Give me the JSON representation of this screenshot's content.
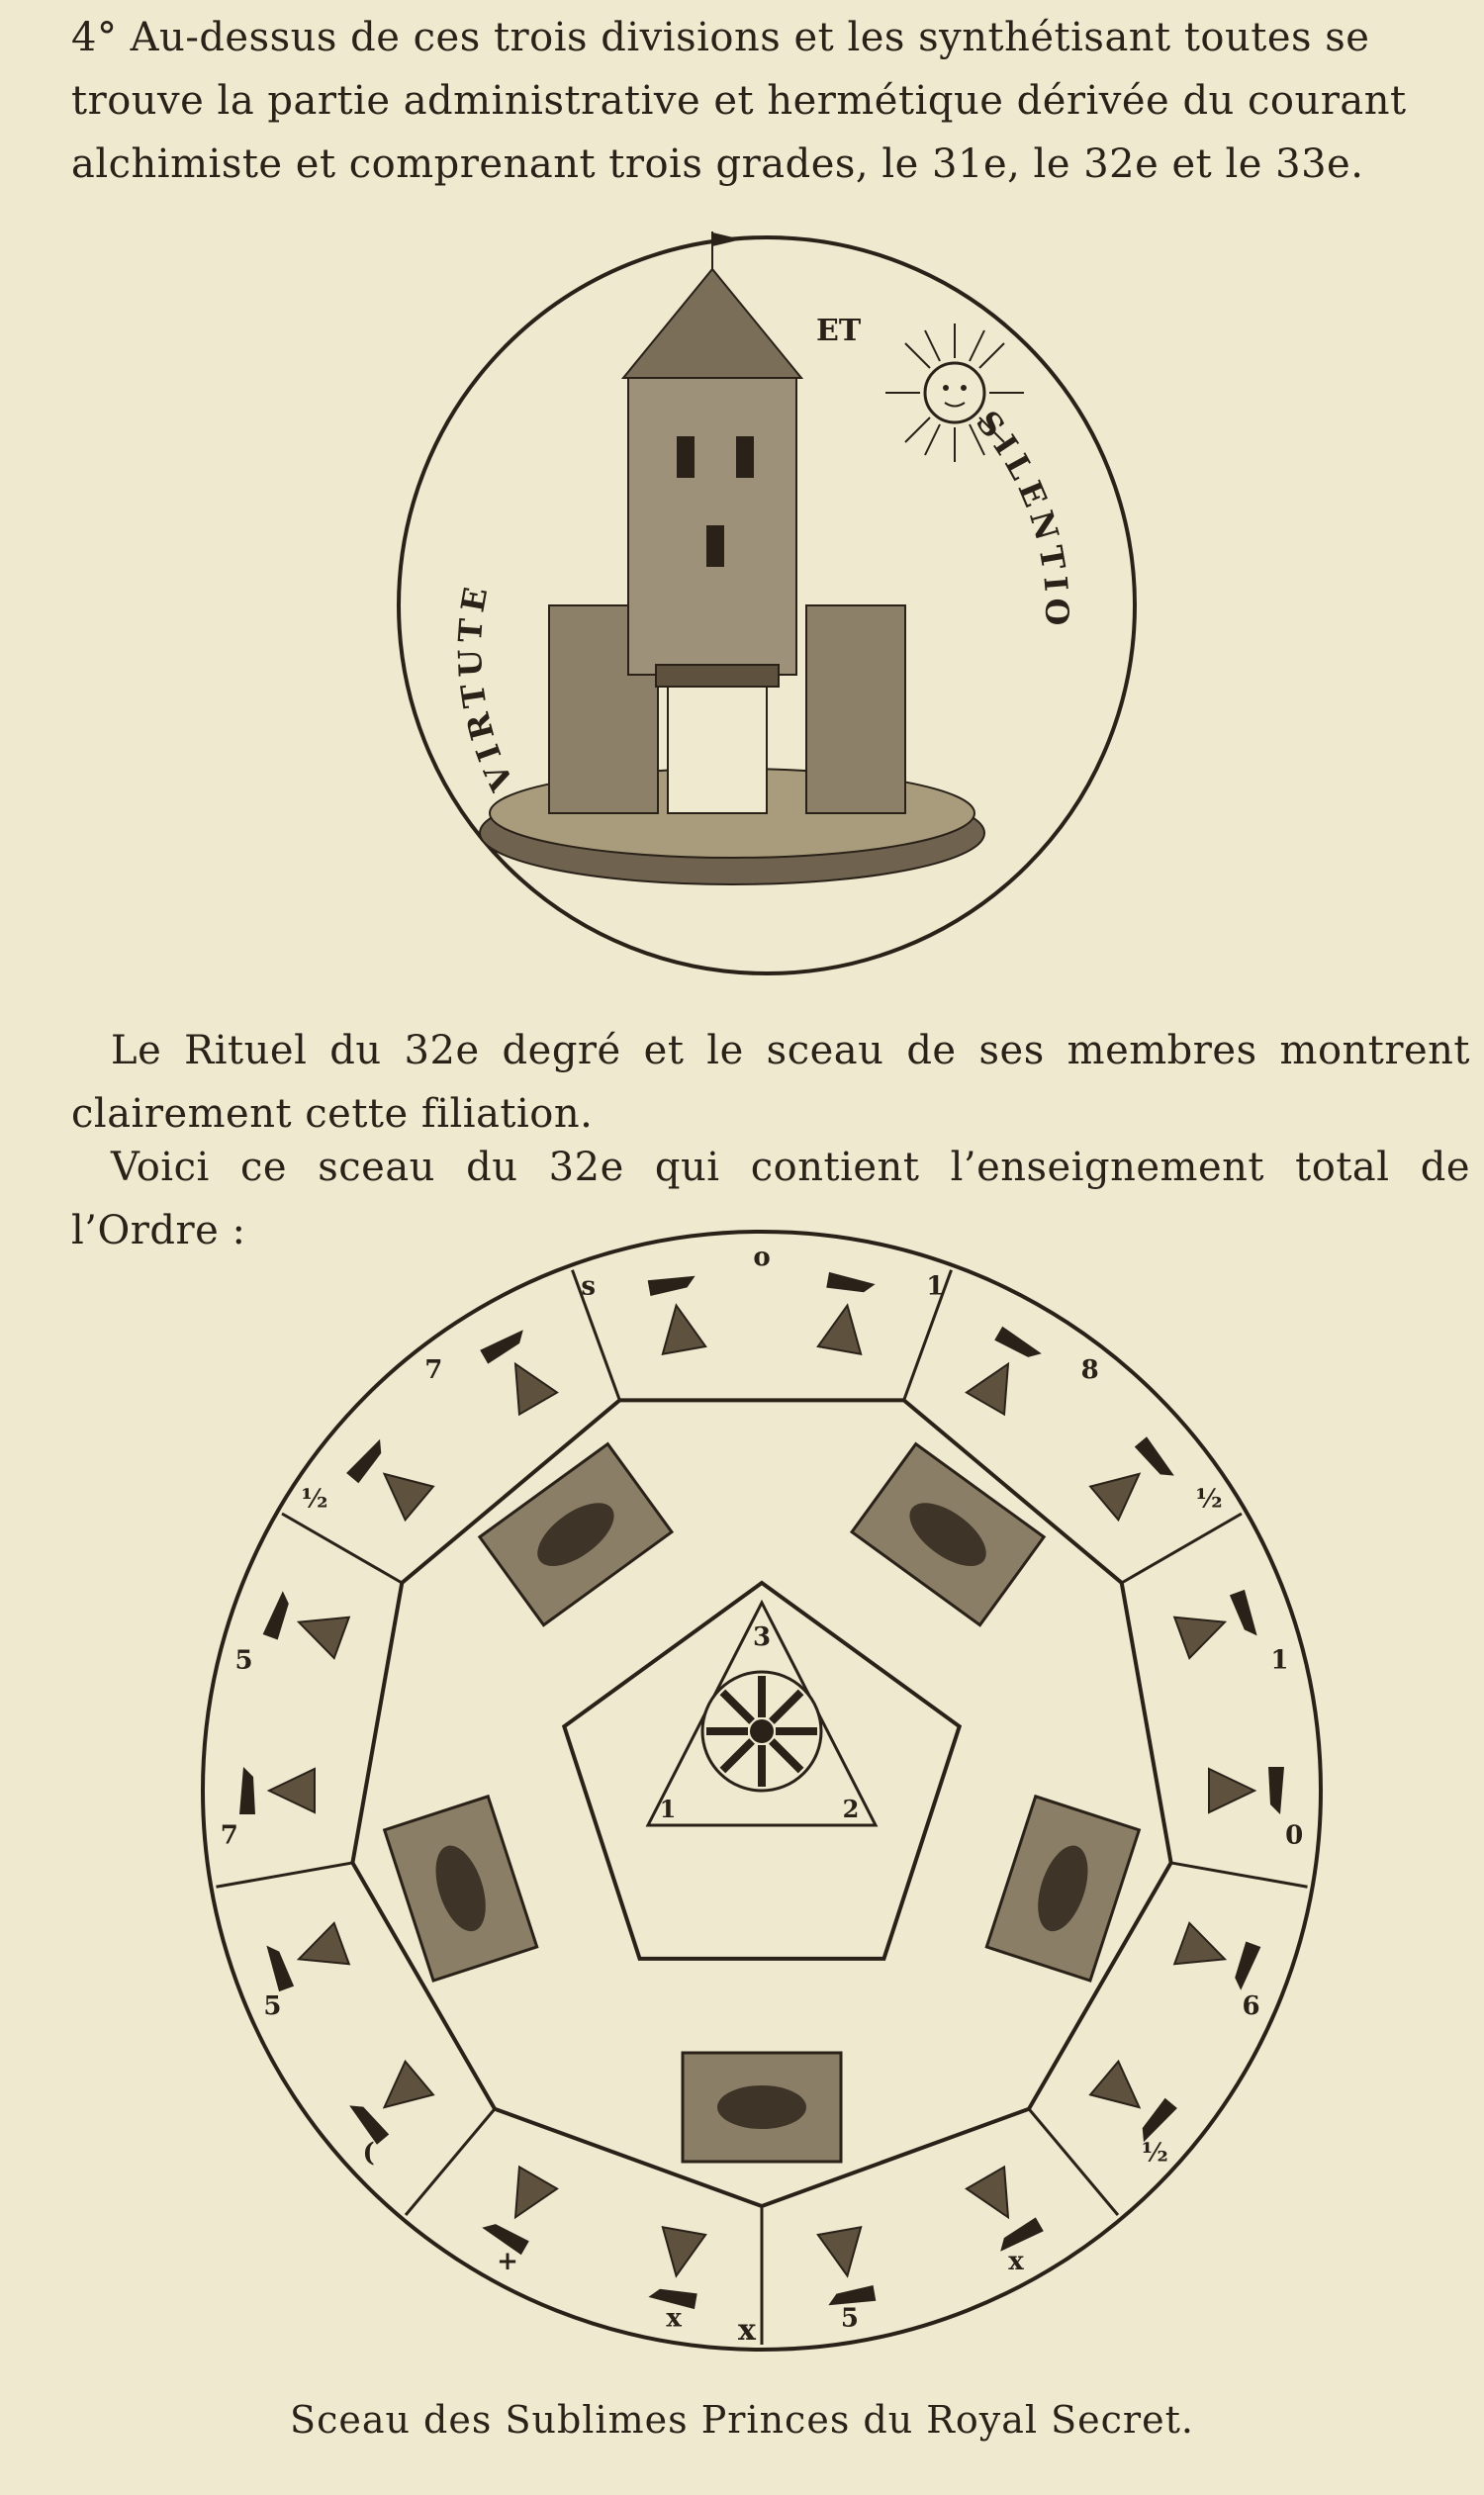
{
  "text": {
    "p1_lines": [
      "4° Au-dessus de ces trois divisions et les synthétisant toutes se",
      "trouve la partie administrative et hermétique dérivée du courant",
      "alchimiste et comprenant trois grades, le 31e, le 32e et le 33e."
    ],
    "p2": "Le Rituel du 32e degré et le sceau de ses membres montrent clairement cette filiation.",
    "p3": "Voici ce sceau du 32e qui contient l’enseignement total de l’Ordre :"
  },
  "seal1": {
    "motto_left": "VIRTUTE",
    "motto_mid": "ET",
    "motto_right": "SILENTIO"
  },
  "seal2": {
    "outer_letters": [
      "o",
      "1",
      "8",
      "½",
      "1",
      "0",
      "6",
      "½",
      "x",
      "5",
      "x",
      "+",
      "(",
      "5",
      "7",
      "5",
      "½",
      "7",
      "s"
    ],
    "bottom_letter": "x",
    "triangle_numbers": [
      "3",
      "1",
      "2"
    ]
  },
  "caption": "Sceau des Sublimes Princes du Royal Secret.",
  "colors": {
    "paper": "#efe9cf",
    "ink": "#2a2219"
  }
}
